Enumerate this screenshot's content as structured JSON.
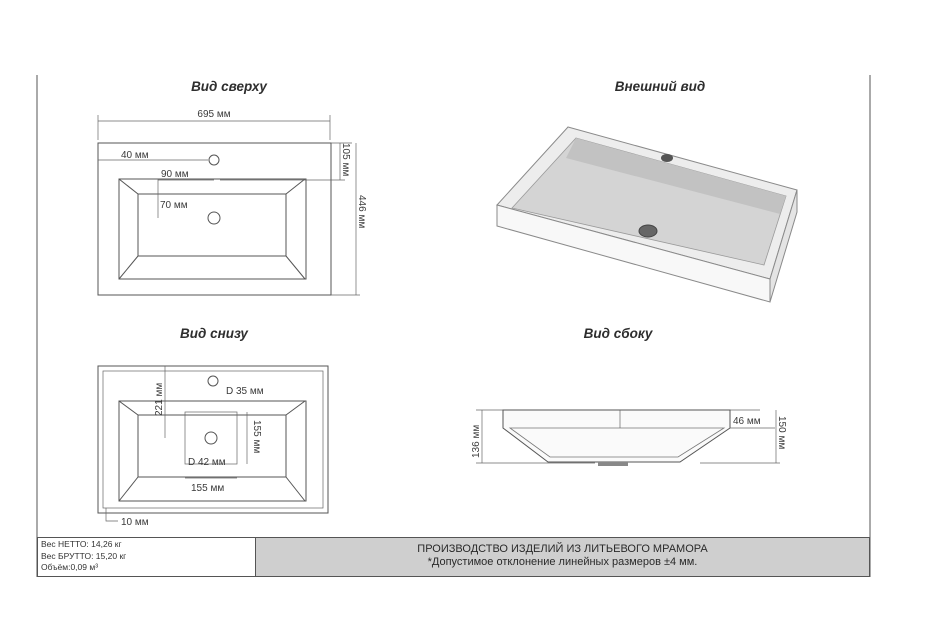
{
  "views": {
    "top": {
      "title": "Вид сверху",
      "width": "695 мм",
      "d40": "40 мм",
      "d90": "90 мм",
      "d70": "70 мм",
      "d105": "105 мм",
      "d446": "446 мм"
    },
    "external": {
      "title": "Внешний вид"
    },
    "bottom": {
      "title": "Вид снизу",
      "d221": "221 мм",
      "d35": "D 35 мм",
      "d155v": "155 мм",
      "d42": "D 42 мм",
      "d155h": "155 мм",
      "d10": "10 мм"
    },
    "side": {
      "title": "Вид сбоку",
      "d136": "136 мм",
      "d46": "46 мм",
      "d150": "150 мм"
    }
  },
  "footer": {
    "weights": [
      "Вес НЕТТО: 14,26 кг",
      "Вес БРУТТО: 15,20 кг",
      "Объём:0,09 м³"
    ],
    "line1": "ПРОИЗВОДСТВО ИЗДЕЛИЙ ИЗ ЛИТЬЕВОГО МРАМОРА",
    "line2": "*Допустимое отклонение линейных размеров ±4 мм."
  },
  "colors": {
    "line": "#555555",
    "footer_bg": "#cfcfcf",
    "basin_fill": "#e6e6e6"
  }
}
